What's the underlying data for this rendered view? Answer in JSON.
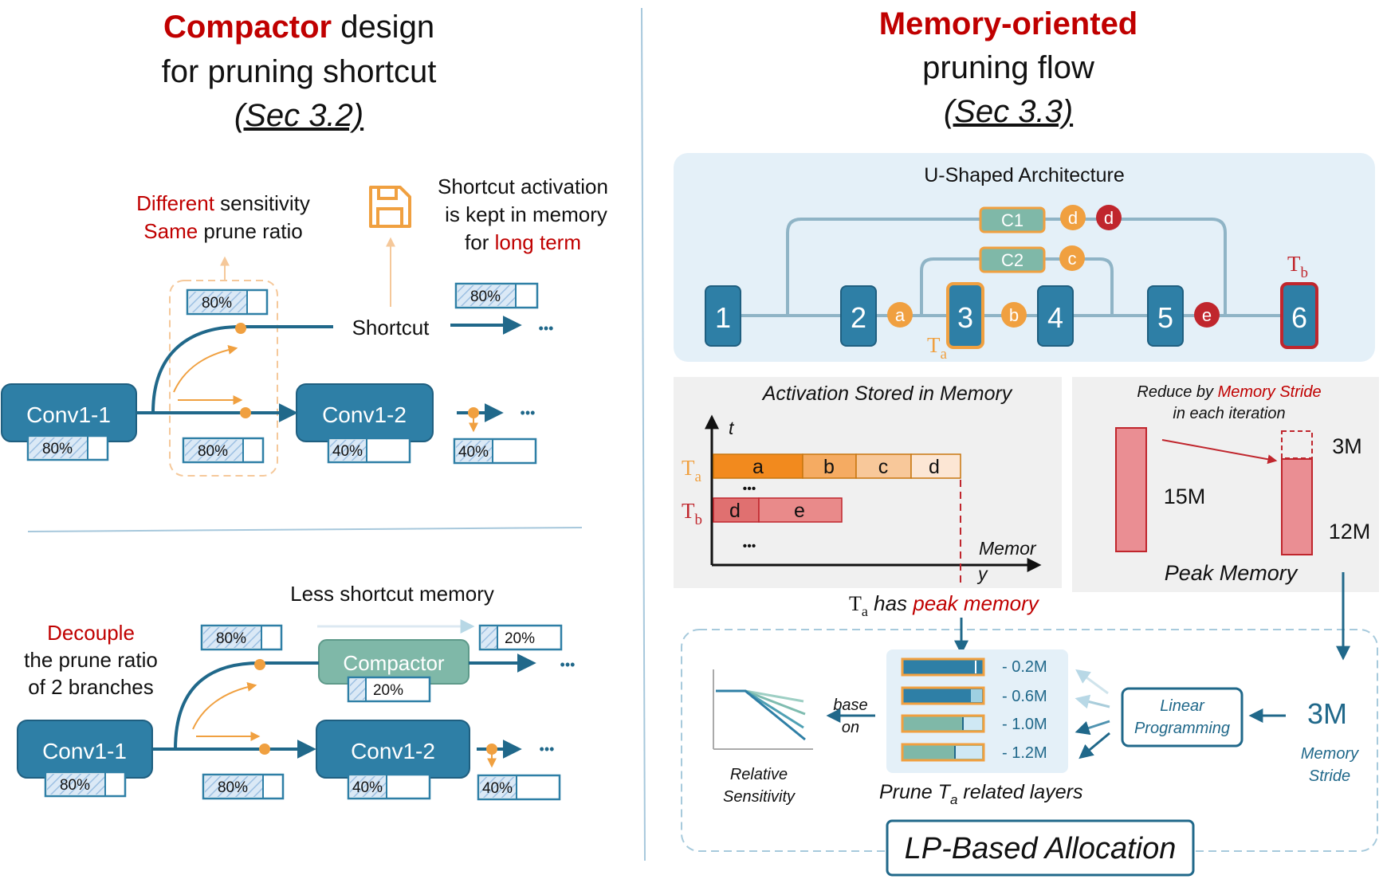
{
  "left": {
    "title": {
      "highlight": "Compactor",
      "rest1": " design",
      "line2": "for pruning shortcut",
      "line3": "(Sec 3.2)"
    },
    "top": {
      "sensitivity": {
        "word1": "Different",
        "rest1": " sensitivity",
        "word2": "Same",
        "rest2": " prune ratio"
      },
      "shortcut_note": {
        "line1": "Shortcut activation",
        "line2": "is kept in memory",
        "line3a": "for ",
        "line3b": "long term"
      },
      "shortcut_label": "Shortcut",
      "conv1": "Conv1-1",
      "conv2": "Conv1-2",
      "ellipsis": "•••",
      "pct_80": "80%",
      "pct_40": "40%"
    },
    "bottom": {
      "decouple": {
        "word": "Decouple",
        "line2": "the prune ratio",
        "line3": "of 2 branches"
      },
      "less_memory": "Less shortcut memory",
      "compactor": "Compactor",
      "conv1": "Conv1-1",
      "conv2": "Conv1-2",
      "ellipsis": "•••",
      "pct_80": "80%",
      "pct_40": "40%",
      "pct_20": "20%"
    }
  },
  "right": {
    "title": {
      "highlight": "Memory-oriented",
      "line2": "pruning flow",
      "line3": "(Sec 3.3)"
    },
    "ushape": {
      "label": "U-Shaped Architecture",
      "blocks": [
        "1",
        "2",
        "3",
        "4",
        "5",
        "6"
      ],
      "compactors": [
        "C1",
        "C2"
      ],
      "acts": [
        "a",
        "b",
        "c",
        "d",
        "d",
        "e"
      ],
      "ta": "T",
      "ta_sub": "a",
      "tb": "T",
      "tb_sub": "b"
    },
    "activation": {
      "title": "Activation Stored in Memory",
      "t_axis": "t",
      "mem_axis_1": "Memor",
      "mem_axis_2": "y",
      "ta_row": [
        "a",
        "b",
        "c",
        "d"
      ],
      "tb_row": [
        "d",
        "e"
      ],
      "dots": "•••",
      "caption_t": "T",
      "caption_sub": "a",
      "caption_mid": " has ",
      "caption_peak": "peak memory"
    },
    "stride": {
      "line1a": "Reduce by ",
      "line1b": "Memory Stride",
      "line2": "in each iteration",
      "v15": "15M",
      "v3": "3M",
      "v12": "12M",
      "peak": "Peak Memory"
    },
    "lp": {
      "bars": [
        "- 0.2M",
        "- 0.6M",
        "- 1.0M",
        "- 1.2M"
      ],
      "base_on_1": "base",
      "base_on_2": "on",
      "rel_sens_1": "Relative",
      "rel_sens_2": "Sensitivity",
      "prune_label_a": "Prune ",
      "prune_label_t": "T",
      "prune_label_sub": "a",
      "prune_label_b": " related layers",
      "linear_1": "Linear",
      "linear_2": "Programming",
      "stride_val": "3M",
      "stride_lbl_1": "Memory",
      "stride_lbl_2": "Stride",
      "title": "LP-Based Allocation"
    }
  },
  "colors": {
    "accent_red": "#c00000",
    "orange": "#f0a040",
    "teal": "#2e7fa6",
    "teal_dark": "#20688a",
    "compactor": "#7fb8a8",
    "panel_blue": "#e4f0f8",
    "panel_gray": "#f0f0f0"
  }
}
